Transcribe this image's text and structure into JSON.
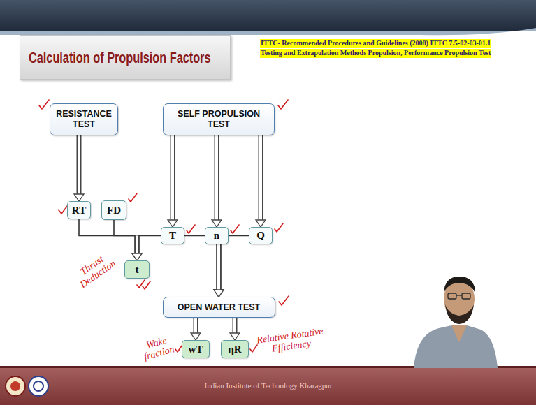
{
  "diagram": {
    "title": "Calculation of Propulsion Factors",
    "nodes": [
      {
        "text": [
          "RESISTANCE TEST"
        ]
      },
      {
        "text": [
          "SELF PROPULSION TEST"
        ]
      },
      {
        "text": [
          "RT"
        ]
      },
      {
        "text": [
          "FD"
        ]
      },
      {
        "text": [
          "T"
        ]
      },
      {
        "text": [
          "n"
        ]
      },
      {
        "text": [
          "Q"
        ]
      },
      {
        "text": [
          "t"
        ]
      },
      {
        "text": [
          "OPEN WATER TEST"
        ]
      },
      {
        "text": [
          "wT"
        ]
      },
      {
        "text": [
          "ηR"
        ]
      }
    ],
    "edges": [
      {
        "from": 0,
        "to": 2,
        "arrow": "to"
      },
      {
        "from": 1,
        "to": 4,
        "arrow": "to"
      },
      {
        "from": 1,
        "to": 5,
        "arrow": "to"
      },
      {
        "from": 1,
        "to": 6,
        "arrow": "to"
      },
      {
        "from": 2,
        "to": 7,
        "arrow": "to"
      },
      {
        "from": 3,
        "to": 7,
        "arrow": "to"
      },
      {
        "from": 4,
        "to": 7,
        "arrow": "to"
      },
      {
        "from": 4,
        "to": 8,
        "arrow": "to"
      },
      {
        "from": 5,
        "to": 8,
        "arrow": "to"
      },
      {
        "from": 6,
        "to": 8,
        "arrow": "to"
      },
      {
        "from": 8,
        "to": 9,
        "arrow": "to"
      },
      {
        "from": 8,
        "to": 10,
        "arrow": "to"
      }
    ],
    "labels": [
      "ITTC- Recommended Procedures and Guidelines (2008) ITTC 7.5-02-03-01.1",
      "Testing and Extrapolation Methods Propulsion, Performance Propulsion Test",
      "Thrust Deduction",
      "Wake fraction",
      "Relative Rotative Efficiency",
      "Indian Institute of Technology Kharagpur"
    ]
  }
}
